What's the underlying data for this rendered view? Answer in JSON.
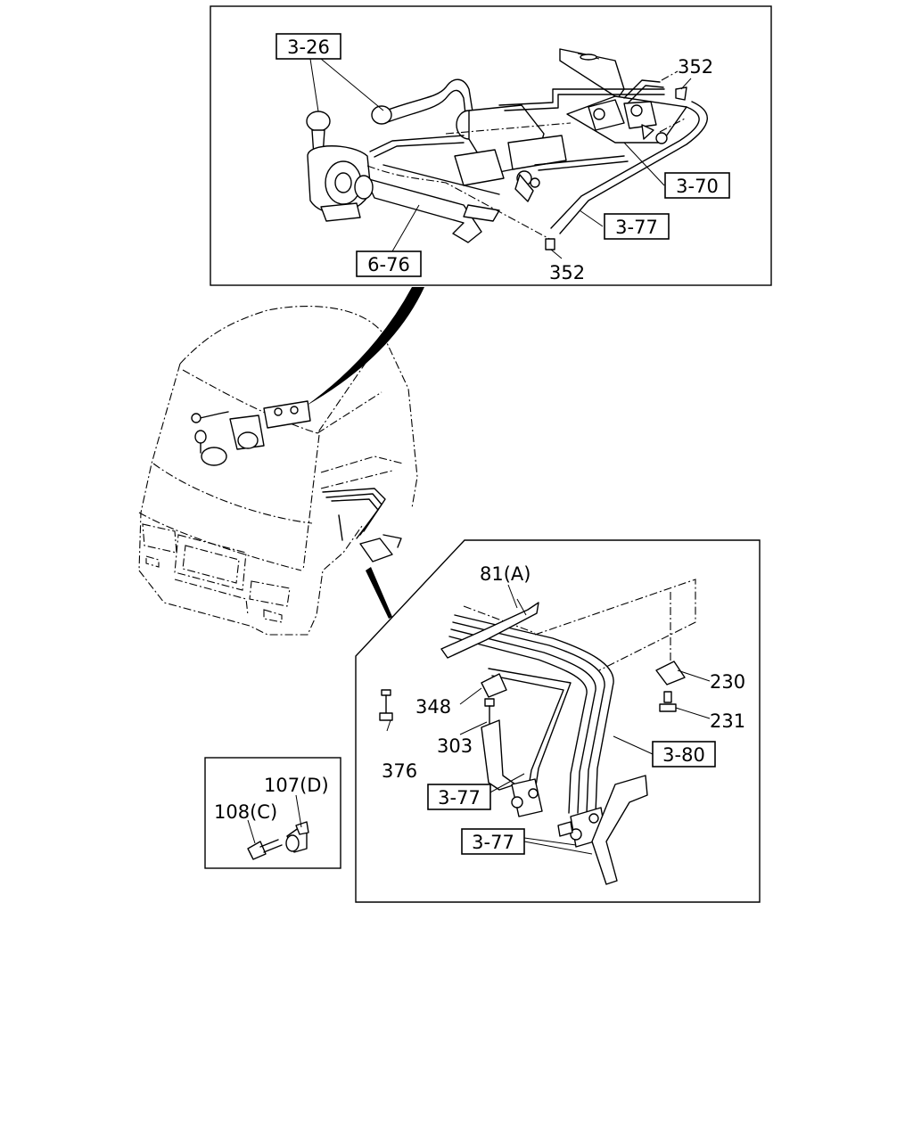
{
  "callouts": {
    "top_3_26": "3-26",
    "top_352_a": "352",
    "top_3_70": "3-70",
    "top_3_77": "3-77",
    "top_6_76": "6-76",
    "top_352_b": "352",
    "br_81a": "81(A)",
    "br_230": "230",
    "br_231": "231",
    "br_348": "348",
    "br_303": "303",
    "br_376": "376",
    "br_3_80": "3-80",
    "br_3_77_a": "3-77",
    "br_3_77_b": "3-77",
    "bl_107d": "107(D)",
    "bl_108c": "108(C)"
  }
}
